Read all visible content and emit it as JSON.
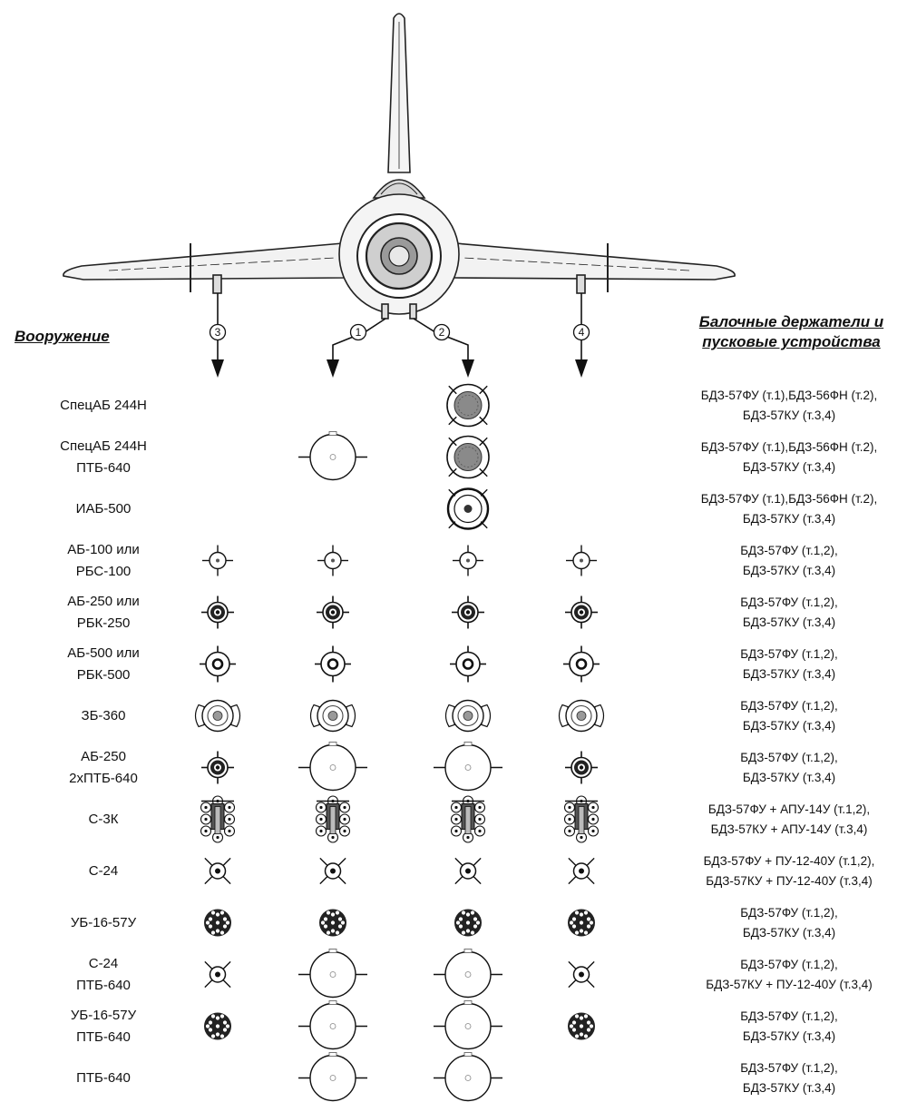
{
  "headers": {
    "left": "Вооружение",
    "right_line1": "Балочные держатели и",
    "right_line2": "пусковые устройства"
  },
  "station_labels": [
    "3",
    "1",
    "2",
    "4"
  ],
  "rows": [
    {
      "name_lines": [
        "СпецАБ 244Н"
      ],
      "slots": [
        "",
        "",
        "spec",
        ""
      ],
      "right_lines": [
        "БДЗ-57ФУ (т.1),БДЗ-56ФН (т.2),",
        "БДЗ-57КУ (т.3,4)"
      ]
    },
    {
      "name_lines": [
        "СпецАБ 244Н",
        "ПТБ-640"
      ],
      "slots": [
        "",
        "ptb",
        "spec",
        ""
      ],
      "right_lines": [
        "БДЗ-57ФУ (т.1),БДЗ-56ФН (т.2),",
        "БДЗ-57КУ (т.3,4)"
      ]
    },
    {
      "name_lines": [
        "ИАБ-500"
      ],
      "slots": [
        "",
        "",
        "iab",
        ""
      ],
      "right_lines": [
        "БДЗ-57ФУ (т.1),БДЗ-56ФН (т.2),",
        "БДЗ-57КУ (т.3,4)"
      ]
    },
    {
      "name_lines": [
        "АБ-100 или",
        "РБС-100"
      ],
      "slots": [
        "ab100",
        "ab100",
        "ab100",
        "ab100"
      ],
      "right_lines": [
        "БДЗ-57ФУ (т.1,2),",
        "БДЗ-57КУ (т.3,4)"
      ]
    },
    {
      "name_lines": [
        "АБ-250 или",
        "РБК-250"
      ],
      "slots": [
        "ab250",
        "ab250",
        "ab250",
        "ab250"
      ],
      "right_lines": [
        "БДЗ-57ФУ (т.1,2),",
        "БДЗ-57КУ (т.3,4)"
      ]
    },
    {
      "name_lines": [
        "АБ-500 или",
        "РБК-500"
      ],
      "slots": [
        "ab500",
        "ab500",
        "ab500",
        "ab500"
      ],
      "right_lines": [
        "БДЗ-57ФУ (т.1,2),",
        "БДЗ-57КУ (т.3,4)"
      ]
    },
    {
      "name_lines": [
        "ЗБ-360"
      ],
      "slots": [
        "zb",
        "zb",
        "zb",
        "zb"
      ],
      "right_lines": [
        "БДЗ-57ФУ (т.1,2),",
        "БДЗ-57КУ (т.3,4)"
      ]
    },
    {
      "name_lines": [
        "АБ-250",
        "2хПТБ-640"
      ],
      "slots": [
        "ab250",
        "ptb",
        "ptb",
        "ab250"
      ],
      "right_lines": [
        "БДЗ-57ФУ (т.1,2),",
        "БДЗ-57КУ (т.3,4)"
      ]
    },
    {
      "name_lines": [
        "С-3К"
      ],
      "slots": [
        "s3k",
        "s3k",
        "s3k",
        "s3k"
      ],
      "right_lines": [
        "БДЗ-57ФУ + АПУ-14У (т.1,2),",
        "БДЗ-57КУ + АПУ-14У (т.3,4)"
      ]
    },
    {
      "name_lines": [
        "С-24"
      ],
      "slots": [
        "s24",
        "s24",
        "s24",
        "s24"
      ],
      "right_lines": [
        "БДЗ-57ФУ + ПУ-12-40У (т.1,2),",
        "БДЗ-57КУ + ПУ-12-40У (т.3,4)"
      ]
    },
    {
      "name_lines": [
        "УБ-16-57У"
      ],
      "slots": [
        "ub",
        "ub",
        "ub",
        "ub"
      ],
      "right_lines": [
        "БДЗ-57ФУ (т.1,2),",
        "БДЗ-57КУ (т.3,4)"
      ]
    },
    {
      "name_lines": [
        "С-24",
        "ПТБ-640"
      ],
      "slots": [
        "s24",
        "ptb",
        "ptb",
        "s24"
      ],
      "right_lines": [
        "БДЗ-57ФУ (т.1,2),",
        "БДЗ-57КУ + ПУ-12-40У (т.3,4)"
      ]
    },
    {
      "name_lines": [
        "УБ-16-57У",
        "ПТБ-640"
      ],
      "slots": [
        "ub",
        "ptb",
        "ptb",
        "ub"
      ],
      "right_lines": [
        "БДЗ-57ФУ (т.1,2),",
        "БДЗ-57КУ (т.3,4)"
      ]
    },
    {
      "name_lines": [
        "ПТБ-640"
      ],
      "slots": [
        "",
        "ptb",
        "ptb",
        ""
      ],
      "right_lines": [
        "БДЗ-57ФУ (т.1,2),",
        "БДЗ-57КУ (т.3,4)"
      ]
    }
  ]
}
